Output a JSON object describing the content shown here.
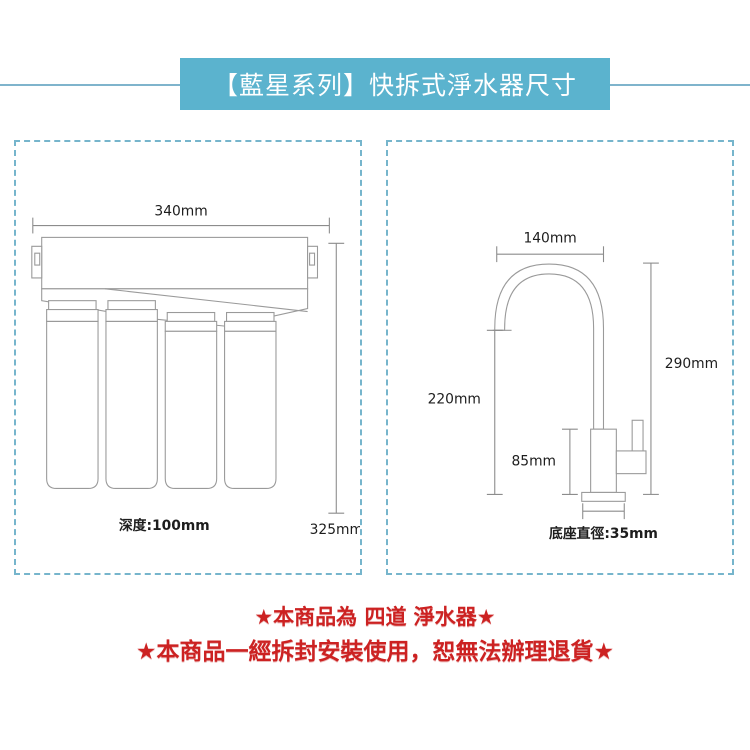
{
  "header": {
    "title": "【藍星系列】快拆式淨水器尺寸",
    "banner_color": "#5bb3ce",
    "rule_color": "#7fb4cc"
  },
  "panels": {
    "border_color": "#76b5cc",
    "filter": {
      "name": "filter-housing-diagram",
      "dimensions": {
        "width": "340mm",
        "height": "325mm",
        "depth": "深度:100mm"
      },
      "cartridge_count": 4
    },
    "faucet": {
      "name": "faucet-diagram",
      "dimensions": {
        "reach": "140mm",
        "total_height": "290mm",
        "spout_height": "220mm",
        "body_height": "85mm",
        "base_diameter": "底座直徑:35mm"
      }
    }
  },
  "notice": {
    "line1": "★本商品為 四道 淨水器★",
    "line2": "★本商品一經拆封安裝使用，恕無法辦理退貨★",
    "color": "#cc2222"
  }
}
